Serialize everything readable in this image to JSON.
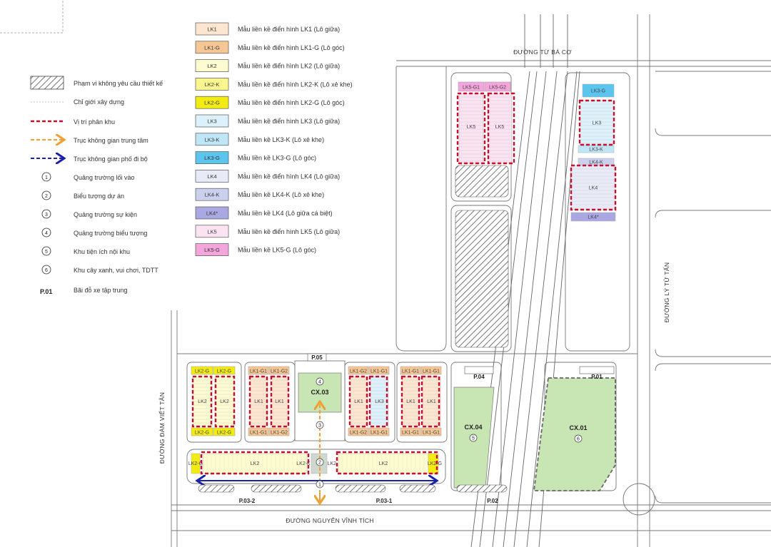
{
  "lot_legend": [
    {
      "code": "LK1",
      "desc": "Mẫu liền kề điển hình LK1 (Lô giữa)",
      "color": "#fde5cf"
    },
    {
      "code": "LK1-G",
      "desc": "Mẫu liền kề điển hình LK1-G (Lô góc)",
      "color": "#f7c695"
    },
    {
      "code": "LK2",
      "desc": "Mẫu liền kề điển hình LK2 (Lô giữa)",
      "color": "#fdfbd0"
    },
    {
      "code": "LK2-K",
      "desc": "Mẫu liền kề điển hình LK2-K (Lô xẻ khe)",
      "color": "#fbf590"
    },
    {
      "code": "LK2-G",
      "desc": "Mẫu liền kề điển hình LK2-G (Lô góc)",
      "color": "#f3ec13"
    },
    {
      "code": "LK3",
      "desc": "Mẫu liền kề điển hình LK3 (Lô giữa)",
      "color": "#dcf1fb"
    },
    {
      "code": "LK3-K",
      "desc": "Mẫu liền kề LK3-K (Lô xẻ khe)",
      "color": "#bfe6f6"
    },
    {
      "code": "LK3-G",
      "desc": "Mẫu liền kề LK3-G (Lô góc)",
      "color": "#5cc5ee"
    },
    {
      "code": "LK4",
      "desc": "Mẫu liền kề điển hình LK4 (Lô giữa)",
      "color": "#e8ebf7"
    },
    {
      "code": "LK4-K",
      "desc": "Mẫu liền kề LK4-K (Lô xẻ khe)",
      "color": "#ccd0ef"
    },
    {
      "code": "LK4*",
      "desc": "Mẫu liền kề LK4 (Lô giữa cá biệt)",
      "color": "#a9a8e3"
    },
    {
      "code": "LK5",
      "desc": "Mẫu liền kề điển hình LK5 (Lô giữa)",
      "color": "#fbe3f2"
    },
    {
      "code": "LK5-G",
      "desc": "Mẫu liền kề LK5-G (Lô góc)",
      "color": "#f3a6dc"
    }
  ],
  "symbol_legend": [
    {
      "key": "hatch",
      "text": "Phạm vi không yêu cầu thiết kế"
    },
    {
      "key": "boundary",
      "text": "Chỉ giới xây dựng"
    },
    {
      "key": "subzone",
      "text": "Vị trí phân khu"
    },
    {
      "key": "axis-central",
      "text": "Trục không gian trung tâm",
      "color": "#f0a030"
    },
    {
      "key": "axis-walk",
      "text": "Trục không gian phố đi bộ",
      "color": "#1a22a8"
    },
    {
      "key": "num",
      "num": "1",
      "text": "Quảng trường lối vào"
    },
    {
      "key": "num",
      "num": "2",
      "text": "Biểu tượng dự án"
    },
    {
      "key": "num",
      "num": "3",
      "text": "Quảng trường sự kiện"
    },
    {
      "key": "num",
      "num": "4",
      "text": "Quảng trường biểu tượng"
    },
    {
      "key": "num",
      "num": "5",
      "text": "Khu tiện ích nội khu"
    },
    {
      "key": "num",
      "num": "6",
      "text": "Khu cây xanh, vui chơi, TDTT"
    },
    {
      "key": "parking",
      "num": "P.01",
      "text": "Bãi đỗ xe tập trung"
    }
  ],
  "roads": {
    "north": "ĐƯỜNG TỪ BÁ CƠ",
    "east": "ĐƯỜNG LÝ TỬ TẤN",
    "west": "ĐƯỜNG ĐÀM VIẾT TÂN",
    "south": "ĐƯỜNG NGUYỄN VĨNH TÍCH"
  },
  "parks": [
    {
      "code": "CX.03",
      "num": "4"
    },
    {
      "code": "CX.04",
      "num": "5"
    },
    {
      "code": "CX.01",
      "num": "6"
    }
  ],
  "parking": [
    "P.05",
    "P.04",
    "P.01",
    "P.03-2",
    "P.03-1",
    "P.02"
  ],
  "markers": {
    "m1": "1",
    "m2": "2",
    "m3": "3"
  },
  "plots": {
    "b1_top": [
      "LK2-G",
      "LK2-G"
    ],
    "b1_mid": [
      "LK2",
      "LK2"
    ],
    "b1_bot": [
      "LK2-G",
      "LK2-G"
    ],
    "b2_top": [
      "LK1-G1",
      "LK1-G2"
    ],
    "b2_mid": [
      "LK1",
      "LK1"
    ],
    "b2_bot": [
      "LK1-G1",
      "LK1-G2"
    ],
    "b3_top": [
      "LK1-G2",
      "LK1-G1"
    ],
    "b3_mid": [
      "LK1",
      "LK3"
    ],
    "b3_bot": [
      "LK1-G2",
      "LK1-G1"
    ],
    "b4_top": [
      "LK1-G1",
      "LK1-G1"
    ],
    "b4_mid": [
      "LK1",
      "LK1"
    ],
    "b4_bot": [
      "LK1-G1",
      "LK1-G1"
    ],
    "south_row": [
      "LK2-G",
      "LK2",
      "LK2-K",
      "LK2-",
      "LK2",
      "LK2-G"
    ],
    "ne_left_top": [
      "LK5-G1",
      "LK5-G2"
    ],
    "ne_left_mid": [
      "LK5",
      "LK5"
    ],
    "ne_right": [
      "LK3-G",
      "LK3",
      "LK3-K",
      "LK4-K",
      "LK4",
      "LK4*"
    ]
  }
}
